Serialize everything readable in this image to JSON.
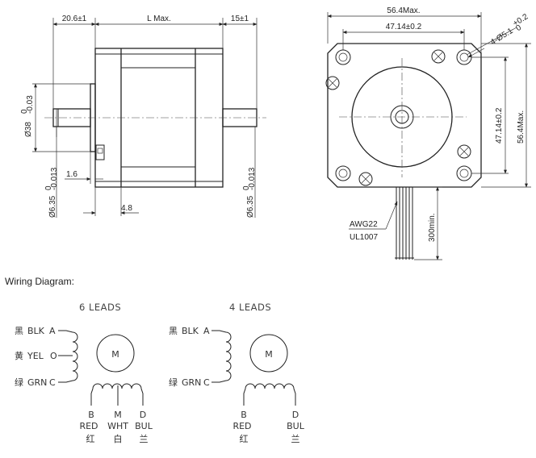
{
  "drawing": {
    "side_view": {
      "dim_top_left": "20.6±1",
      "dim_top_mid": "L Max.",
      "dim_top_right": "15±1",
      "dim_boss": "Ø38",
      "dim_boss_sup": "0",
      "dim_boss_sub": "-0.03",
      "dim_shaft_left": "Ø6.35",
      "dim_shaft_left_sup": "0",
      "dim_shaft_left_sub": "-0.013",
      "dim_shaft_right": "Ø6.35",
      "dim_shaft_right_sup": "0",
      "dim_shaft_right_sub": "-0.013",
      "dim_flat": "1.6",
      "dim_flange": "4.8"
    },
    "front_view": {
      "dim_total_width": "56.4Max.",
      "dim_hole_pitch": "47.14±0.2",
      "dim_holes": "4-Ø5.1",
      "dim_holes_sup": "+0.2",
      "dim_holes_sub": "0",
      "dim_vertical_pitch": "47.14±0.2",
      "dim_total_height": "56.4Max.",
      "dim_lead_length": "300min.",
      "wire_gauge": "AWG22",
      "wire_standard": "UL1007"
    }
  },
  "wiring": {
    "title": "Wiring Diagram:",
    "six_leads": {
      "title": "6  LEADS",
      "motor_label": "M",
      "left_leads": [
        {
          "cn": "黑",
          "label": "BLK",
          "terminal": "A"
        },
        {
          "cn": "黄",
          "label": "YEL",
          "terminal": "O"
        },
        {
          "cn": "绿",
          "label": "GRN",
          "terminal": "C"
        }
      ],
      "bottom_leads": [
        {
          "terminal": "B",
          "label": "RED",
          "cn": "红"
        },
        {
          "terminal": "M",
          "label": "WHT",
          "cn": "白"
        },
        {
          "terminal": "D",
          "label": "BUL",
          "cn": "兰"
        }
      ]
    },
    "four_leads": {
      "title": "4  LEADS",
      "motor_label": "M",
      "left_leads": [
        {
          "cn": "黑",
          "label": "BLK",
          "terminal": "A"
        },
        {
          "cn": "绿",
          "label": "GRN",
          "terminal": "C"
        }
      ],
      "bottom_leads": [
        {
          "terminal": "B",
          "label": "RED",
          "cn": "红"
        },
        {
          "terminal": "D",
          "label": "BUL",
          "cn": "兰"
        }
      ]
    }
  }
}
